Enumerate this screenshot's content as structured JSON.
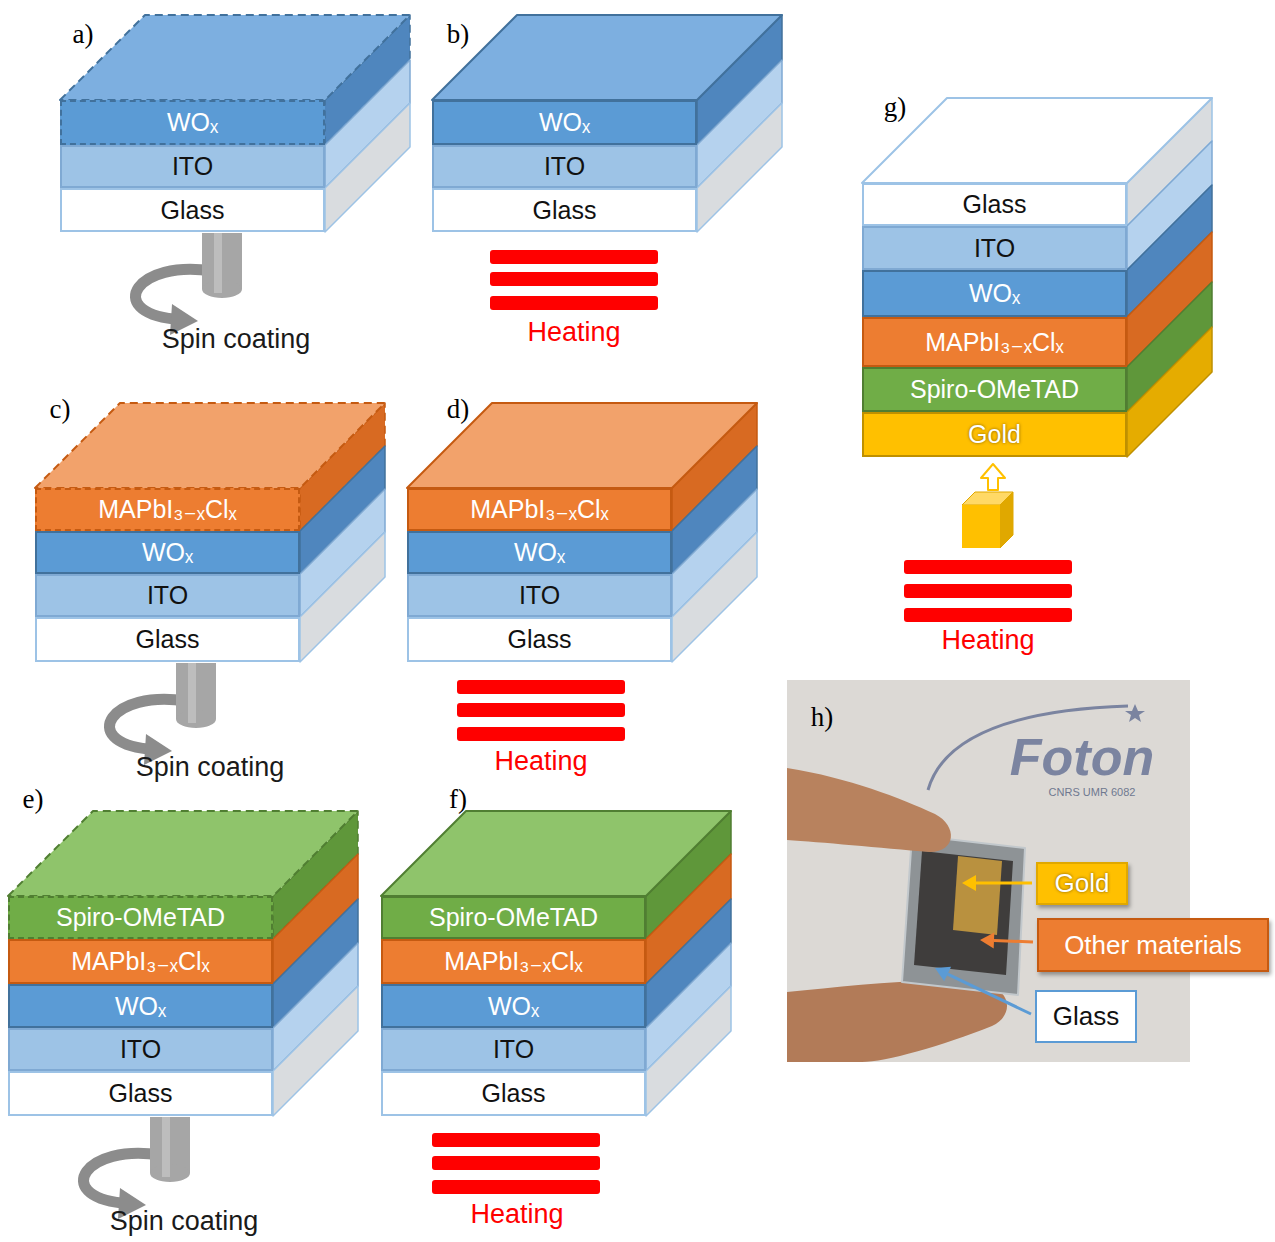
{
  "diagram": {
    "nodes": [
      {
        "text": [
          "WOₓ"
        ]
      },
      {
        "text": [
          "ITO"
        ]
      },
      {
        "text": [
          "Glass"
        ]
      },
      {
        "text": [
          "WOₓ"
        ]
      },
      {
        "text": [
          "ITO"
        ]
      },
      {
        "text": [
          "Glass"
        ]
      },
      {
        "text": [
          "Glass"
        ]
      },
      {
        "text": [
          "ITO"
        ]
      },
      {
        "text": [
          "WOₓ"
        ]
      },
      {
        "text": [
          "MAPbI₃₋ₓClₓ"
        ]
      },
      {
        "text": [
          "Spiro-OMeTAD"
        ]
      },
      {
        "text": [
          "Gold"
        ]
      },
      {
        "text": [
          "MAPbI₃₋ₓClₓ"
        ]
      },
      {
        "text": [
          "WOₓ"
        ]
      },
      {
        "text": [
          "ITO"
        ]
      },
      {
        "text": [
          "Glass"
        ]
      },
      {
        "text": [
          "MAPbI₃₋ₓClₓ"
        ]
      },
      {
        "text": [
          "WOₓ"
        ]
      },
      {
        "text": [
          "ITO"
        ]
      },
      {
        "text": [
          "Glass"
        ]
      },
      {
        "text": [
          "Spiro-OMeTAD"
        ]
      },
      {
        "text": [
          "MAPbI₃₋ₓClₓ"
        ]
      },
      {
        "text": [
          "WOₓ"
        ]
      },
      {
        "text": [
          "ITO"
        ]
      },
      {
        "text": [
          "Glass"
        ]
      },
      {
        "text": [
          "Spiro-OMeTAD"
        ]
      },
      {
        "text": [
          "MAPbI₃₋ₓClₓ"
        ]
      },
      {
        "text": [
          "WOₓ"
        ]
      },
      {
        "text": [
          "ITO"
        ]
      },
      {
        "text": [
          "Glass"
        ]
      },
      {
        "text": [
          "Gold"
        ]
      },
      {
        "text": [
          "Other materials"
        ]
      },
      {
        "text": [
          "Glass"
        ]
      }
    ],
    "labels": [
      "a)",
      "b)",
      "g)",
      "Spin coating",
      "Heating",
      "Heating",
      "c)",
      "d)",
      "Spin coating",
      "Heating",
      "h)",
      "Foton",
      "CNRS UMR 6082",
      "e)",
      "f)",
      "Spin coating",
      "Heating"
    ]
  }
}
